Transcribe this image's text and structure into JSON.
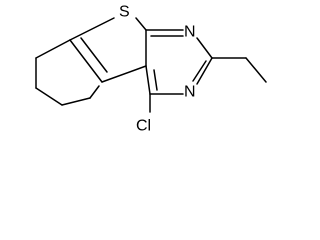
{
  "molecule": {
    "atoms": {
      "sulfur": "S",
      "nitrogen_top": "N",
      "nitrogen_bottom": "N",
      "chlorine": "Cl"
    }
  },
  "colors": {
    "bond": "#000000",
    "label": "#000000",
    "background": "#ffffff"
  }
}
